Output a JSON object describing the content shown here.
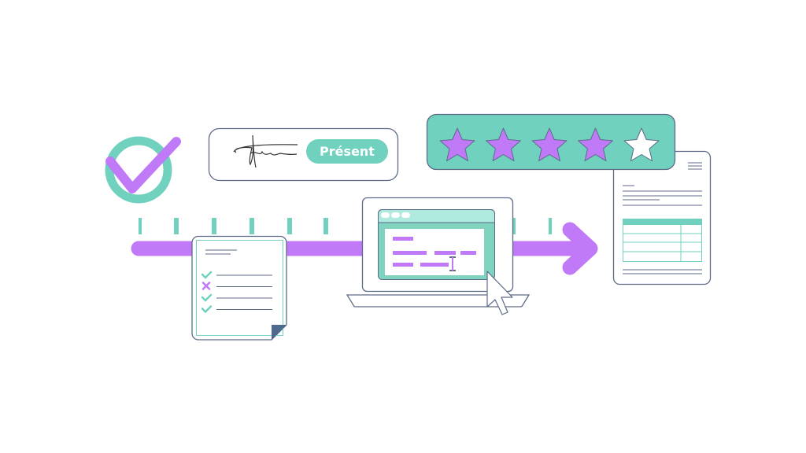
{
  "signature_card": {
    "status_label": "Présent"
  },
  "rating": {
    "value": 4,
    "max": 5
  },
  "checklist": {
    "items": [
      "check",
      "cross",
      "check",
      "check"
    ]
  },
  "colors": {
    "purple": "#c07af7",
    "teal": "#6fd1be",
    "teal_light": "#aeeadd",
    "outline": "#5d6a88",
    "corner": "#4f6a8f"
  }
}
